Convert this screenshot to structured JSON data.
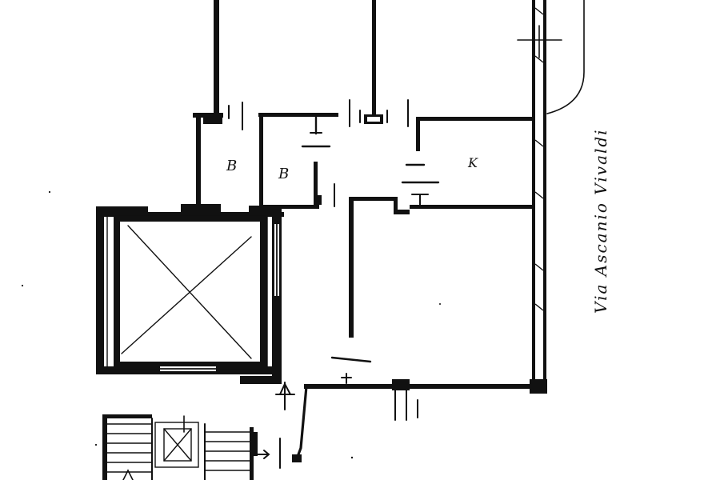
{
  "plan": {
    "rooms": {
      "bath_1": "B",
      "bath_2": "B",
      "kitchen": "K"
    },
    "street_name": "Via Ascanio Vivaldi"
  },
  "colors": {
    "ink": "#111111",
    "paper": "#ffffff"
  }
}
